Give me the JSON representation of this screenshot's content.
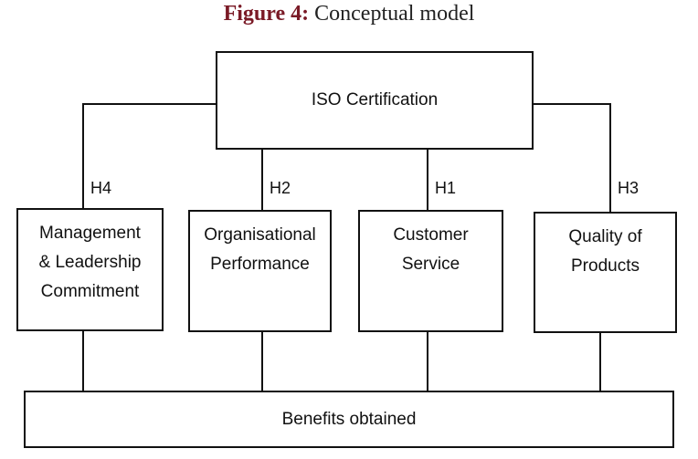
{
  "title": {
    "prefix": "Figure 4:",
    "text": " Conceptual model",
    "prefix_color": "#7a1a26"
  },
  "top_node": "ISO Certification",
  "nodes": [
    {
      "label": "Management\n& Leadership\nCommitment",
      "hypothesis": "H4"
    },
    {
      "label": "Organisational\nPerformance",
      "hypothesis": "H2"
    },
    {
      "label": "Customer\nService",
      "hypothesis": "H1"
    },
    {
      "label": "Quality of\nProducts",
      "hypothesis": "H3"
    }
  ],
  "bottom_node": "Benefits obtained"
}
